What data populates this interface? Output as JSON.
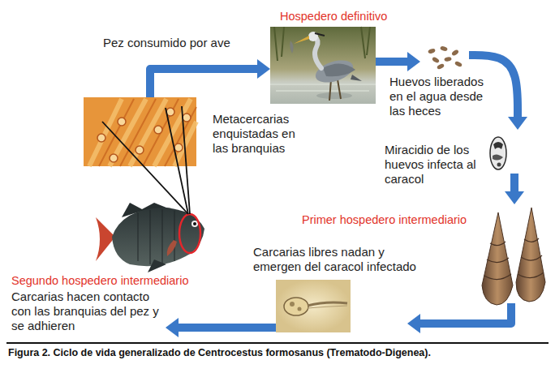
{
  "diagram": {
    "caption": "Figura 2. Ciclo de vida generalizado de Centrocestus formosanus (Trematodo-Digenea).",
    "nodes": [
      {
        "text": [
          "Hospedero definitivo"
        ]
      },
      {
        "text": [
          "Huevos liberados en el agua desde las heces"
        ]
      },
      {
        "text": [
          "Miracidio de los huevos infecta al caracol"
        ]
      },
      {
        "text": [
          "Primer hospedero intermediario"
        ]
      },
      {
        "text": [
          "Carcarias libres nadan y emergen del caracol infectado"
        ]
      },
      {
        "text": [
          "Segundo hospedero intermediario",
          "Carcarias hacen contacto con las branquias del pez y se adhieren"
        ]
      },
      {
        "text": [
          "Metacercarias enquistadas en las branquias"
        ]
      }
    ],
    "edges": [
      {
        "from": 6,
        "to": 0,
        "arrow": "to",
        "label": "Pez consumido por ave"
      },
      {
        "from": 0,
        "to": 1,
        "arrow": "to"
      },
      {
        "from": 1,
        "to": 2,
        "arrow": "to"
      },
      {
        "from": 2,
        "to": 3,
        "arrow": "to"
      },
      {
        "from": 3,
        "to": 4,
        "arrow": "to"
      },
      {
        "from": 4,
        "to": 5,
        "arrow": "to"
      }
    ]
  }
}
